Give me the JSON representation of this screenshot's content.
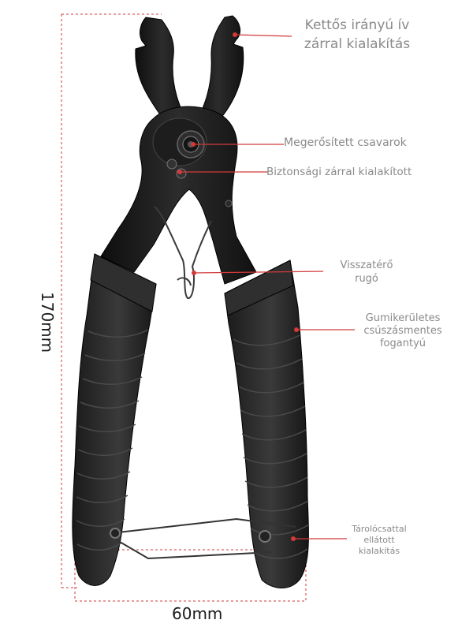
{
  "dimensions": {
    "height": "170mm",
    "width": "60mm"
  },
  "features": [
    {
      "id": "jaw",
      "text": "Kettős irányú ív zárral kialakítás",
      "line1": "Kettős irányú ív",
      "line2": "zárral kialakítás"
    },
    {
      "id": "bolt",
      "text": "Megerősített csavarok"
    },
    {
      "id": "lock",
      "text": "Biztonsági zárral kialakított"
    },
    {
      "id": "spring",
      "text": "Visszatérő rugó",
      "line1": "Visszatérő",
      "line2": "rugó"
    },
    {
      "id": "grip",
      "text": "Gumikerületes csúszásmentes fogantyú",
      "line1": "Gumikerületes",
      "line2": "csúszásmentes",
      "line3": "fogantyú"
    },
    {
      "id": "storage",
      "text": "Tárolócsattal ellátott kialakítás",
      "line1": "Tárolócsattal",
      "line2": "ellátott",
      "line3": "kialakítás"
    }
  ],
  "colors": {
    "leader_line": "#d23a3a",
    "dimension_box": "#d23a3a",
    "tool_body": "#1c1c1c",
    "grip": "#2a2a2a",
    "label_text": "#8a8a8a"
  }
}
